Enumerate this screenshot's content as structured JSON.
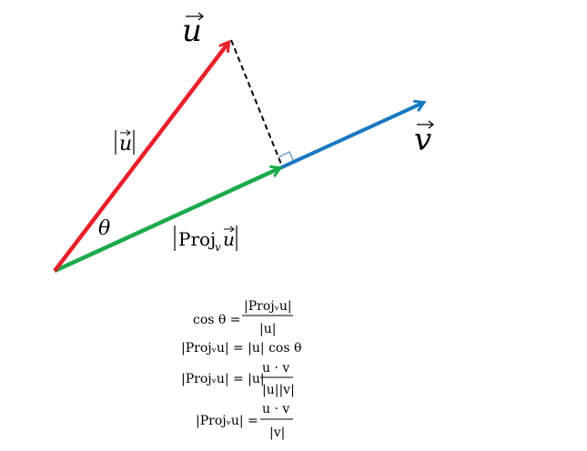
{
  "vectors": {
    "u": {
      "name": "u",
      "color": "#e8202a"
    },
    "v": {
      "name": "v",
      "color": "#1878c0"
    },
    "proj": {
      "color": "#1aaa4a"
    }
  },
  "labels": {
    "u_magnitude": "|u|",
    "theta": "θ",
    "proj_prefix": "Proj",
    "proj_sub": "v",
    "proj_arg": "u"
  },
  "colors": {
    "right_angle": "#6e9ccf",
    "dashed": "#000000"
  },
  "formulas": {
    "f1": {
      "lhs": "cos θ =",
      "num": "|Projᵥu|",
      "den": "|u|"
    },
    "f2": {
      "text": "|Projᵥu| = |u| cos θ"
    },
    "f3": {
      "lhs": "|Projᵥu| = |u|",
      "num": "u · v",
      "den": "|u||v|"
    },
    "f4": {
      "lhs": "|Projᵥu| =",
      "num": "u · v",
      "den": "|v|"
    }
  }
}
